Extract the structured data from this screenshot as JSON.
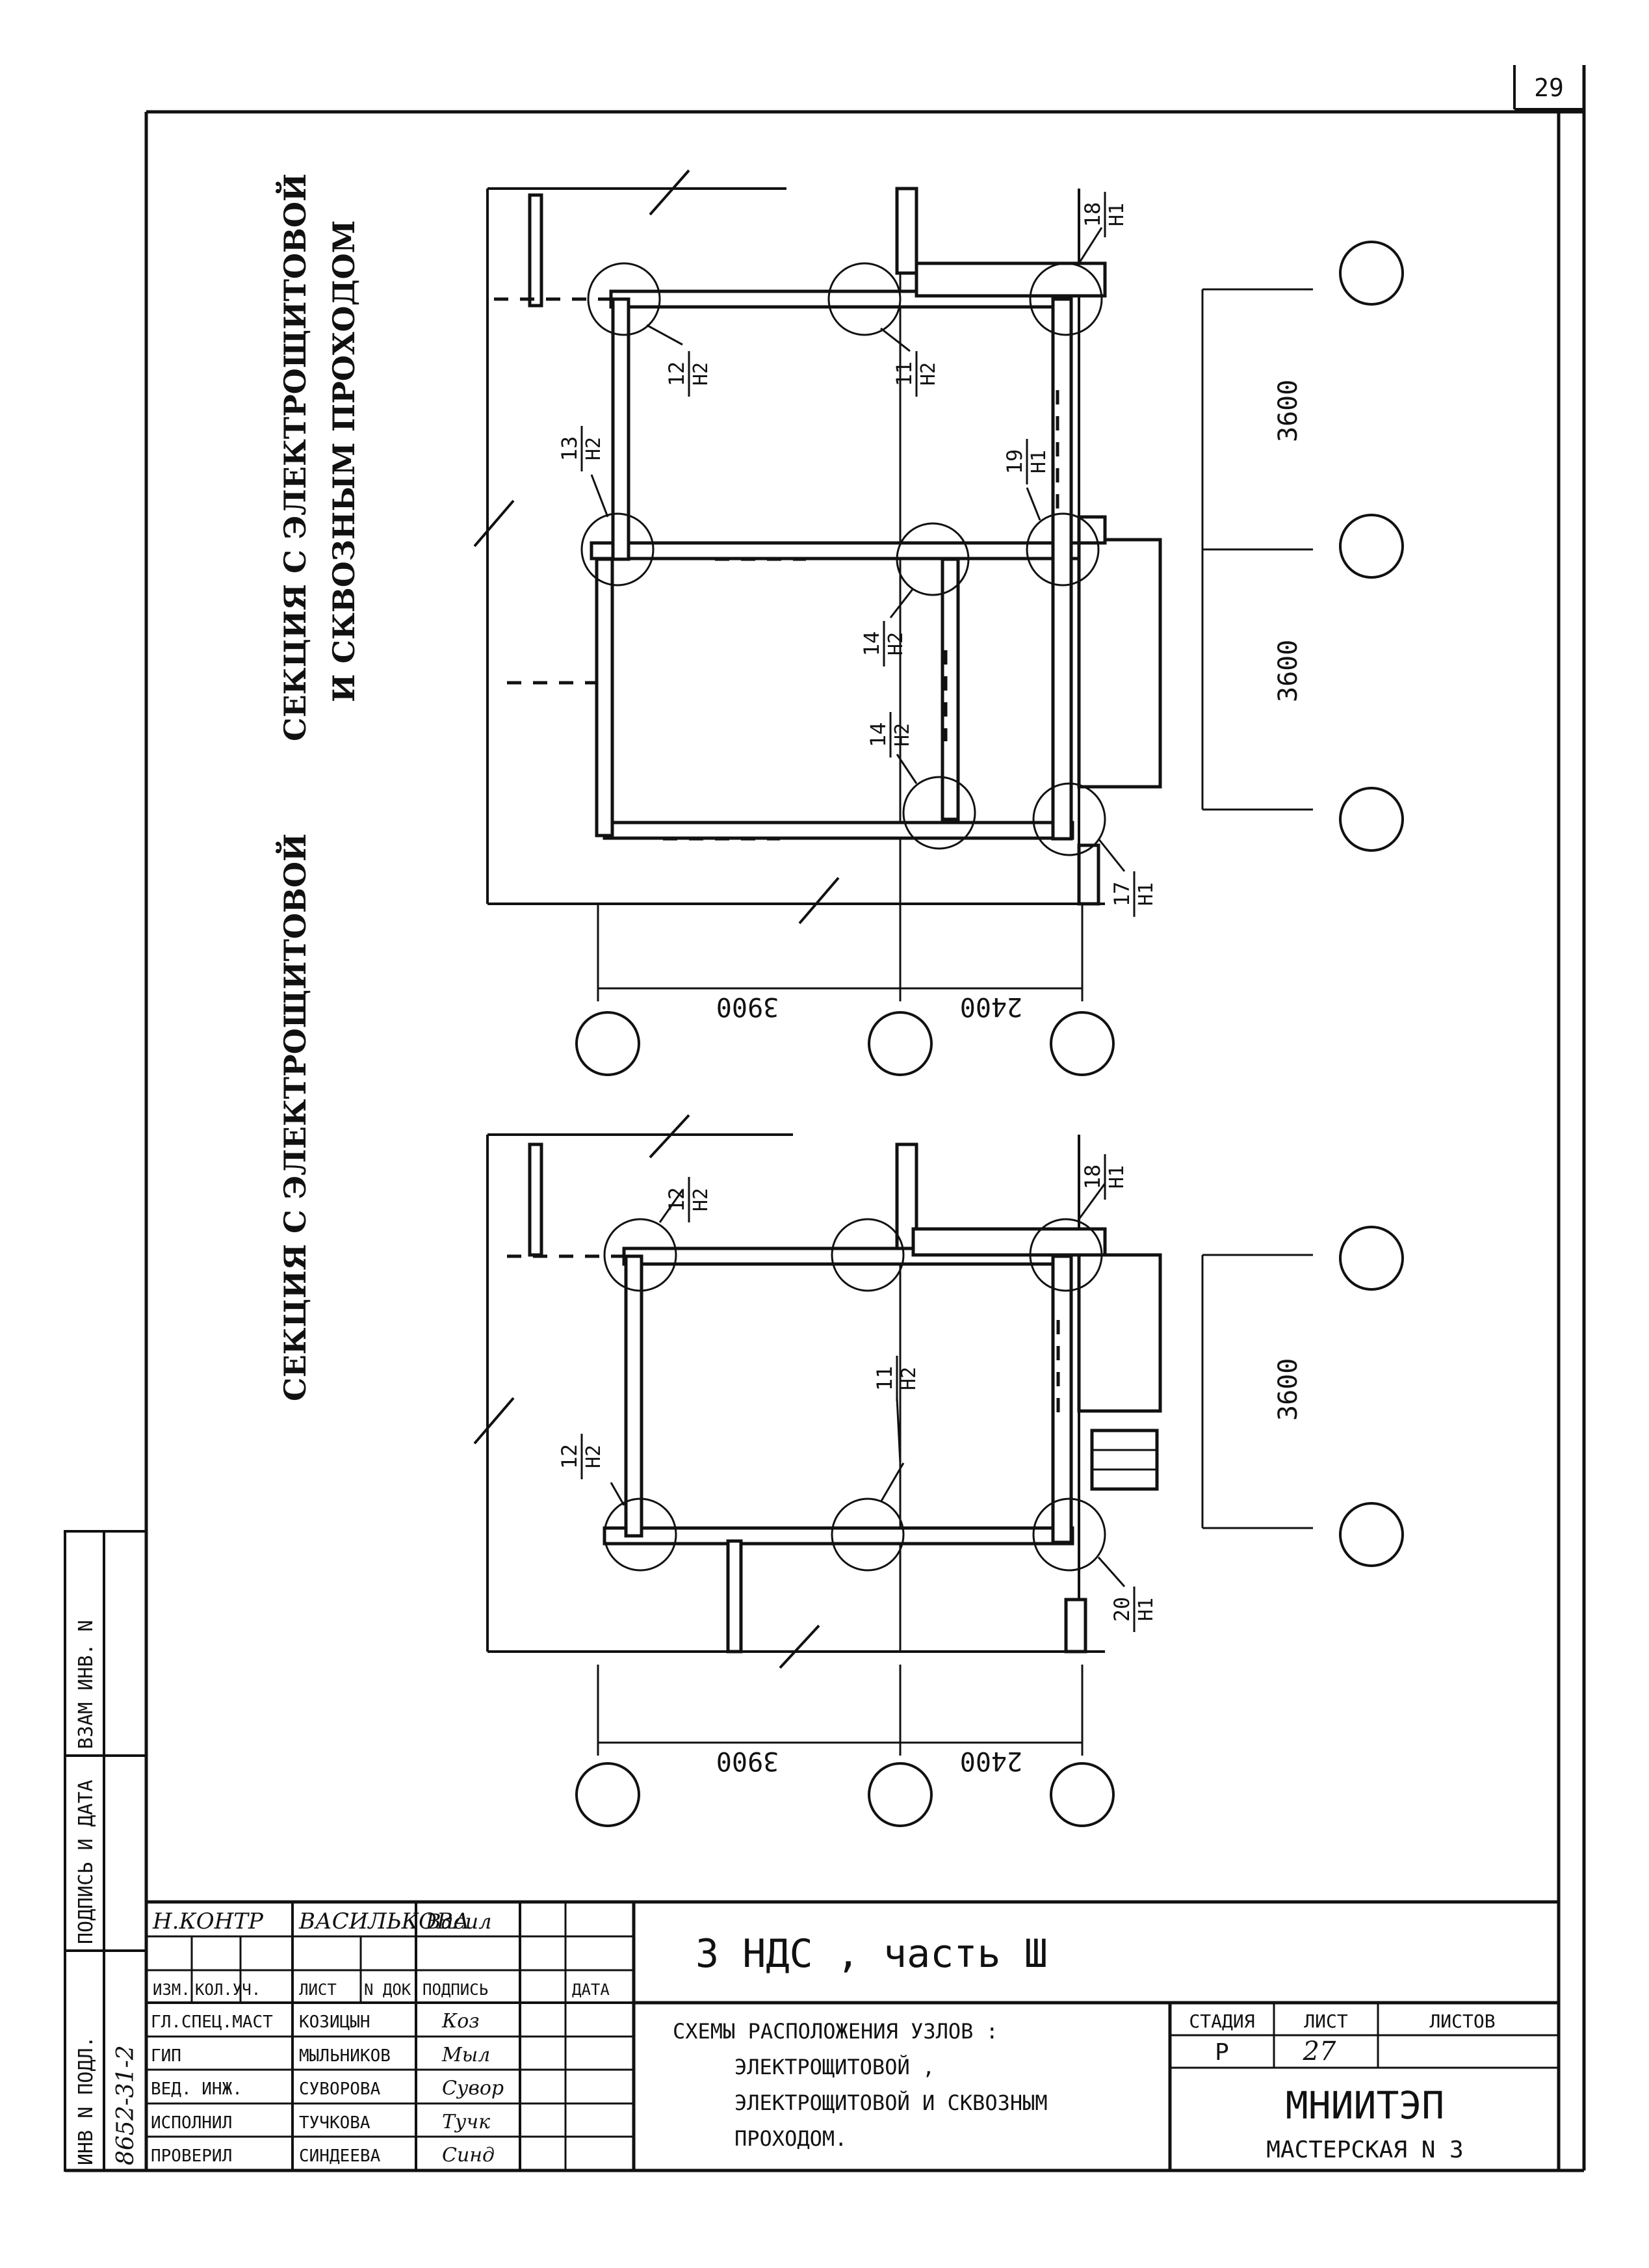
{
  "page_number": "29",
  "drawing_top": {
    "title_line1": "СЕКЦИЯ С ЭЛЕКТРОЩИТОВОЙ",
    "title_line2": "И СКВОЗНЫМ ПРОХОДОМ",
    "dims_right": [
      "3600",
      "3600"
    ],
    "dims_bottom": [
      "3900",
      "2400"
    ],
    "callouts": [
      {
        "num": "18",
        "den": "Н1"
      },
      {
        "num": "12",
        "den": "Н2"
      },
      {
        "num": "11",
        "den": "Н2"
      },
      {
        "num": "13",
        "den": "Н2"
      },
      {
        "num": "19",
        "den": "Н1"
      },
      {
        "num": "14",
        "den": "Н2"
      },
      {
        "num": "14",
        "den": "Н2"
      },
      {
        "num": "17",
        "den": "Н1"
      }
    ]
  },
  "drawing_bottom": {
    "title": "СЕКЦИЯ С ЭЛЕКТРОЩИТОВОЙ",
    "dims_right": [
      "3600"
    ],
    "dims_bottom": [
      "3900",
      "2400"
    ],
    "callouts": [
      {
        "num": "12",
        "den": "Н2"
      },
      {
        "num": "18",
        "den": "Н1"
      },
      {
        "num": "11",
        "den": "Н2"
      },
      {
        "num": "12",
        "den": "Н2"
      },
      {
        "num": "20",
        "den": "Н1"
      }
    ]
  },
  "side_stamp": {
    "cells": [
      "ВЗАМ ИНВ. N",
      "ПОДПИСЬ И ДАТА",
      "ИНВ N ПОДЛ."
    ],
    "inv_number": "8652-31-2"
  },
  "title_block": {
    "norm_control": {
      "role": "Н.КОНТР",
      "name": "ВАСИЛЬКОВА",
      "signature": "Васил"
    },
    "headers": [
      "ИЗМ.",
      "КОЛ.УЧ.",
      "ЛИСТ",
      "N ДОК.",
      "ПОДПИСЬ",
      "ДАТА"
    ],
    "staff": [
      {
        "role": "ГЛ.СПЕЦ.МАСТ",
        "name": "КОЗИЦЫН",
        "signature": "Коз"
      },
      {
        "role": "ГИП",
        "name": "МЫЛЬНИКОВ",
        "signature": "Мыл"
      },
      {
        "role": "ВЕД. ИНЖ.",
        "name": "СУВОРОВА",
        "signature": "Сувор"
      },
      {
        "role": "ИСПОЛНИЛ",
        "name": "ТУЧКОВА",
        "signature": "Тучк"
      },
      {
        "role": "ПРОВЕРИЛ",
        "name": "СИНДЕЕВА",
        "signature": "Синд"
      }
    ],
    "project": "3 НДС , часть Ш",
    "sheet_title": [
      "СХЕМЫ РАСПОЛОЖЕНИЯ УЗЛОВ :",
      "ЭЛЕКТРОЩИТОВОЙ ,",
      "ЭЛЕКТРОЩИТОВОЙ И СКВОЗНЫМ",
      "ПРОХОДОМ."
    ],
    "stage_label": "СТАДИЯ",
    "sheet_label": "ЛИСТ",
    "sheets_label": "ЛИСТОВ",
    "stage": "Р",
    "sheet": "27",
    "sheets": "",
    "org": "МНИИТЭП",
    "workshop": "МАСТЕРСКАЯ N 3"
  }
}
